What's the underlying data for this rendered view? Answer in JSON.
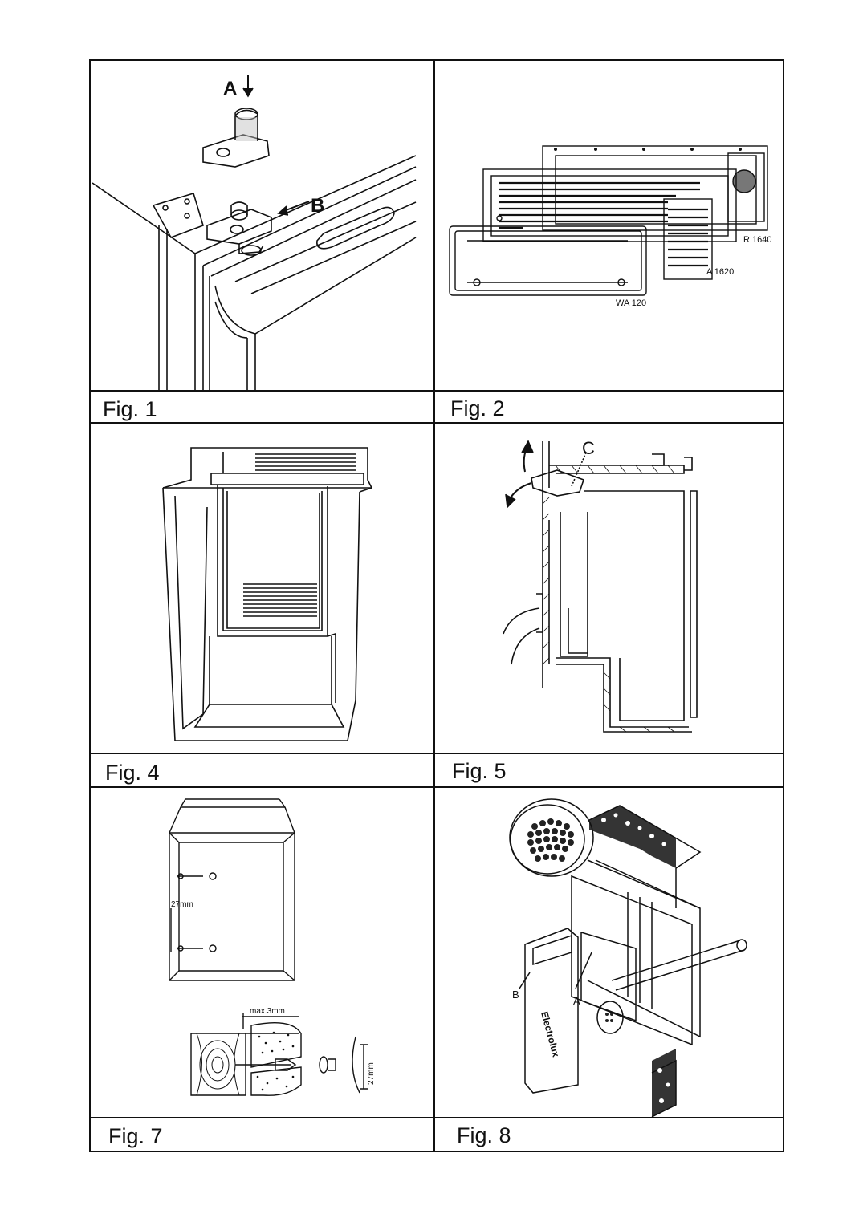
{
  "figures": [
    {
      "caption": "Fig. 1",
      "labels": {
        "a": "A",
        "b": "B"
      }
    },
    {
      "caption": "Fig. 2",
      "labels": {
        "r": "R 1640",
        "a": "A 1620",
        "wa": "WA 120"
      }
    },
    {
      "caption": "Fig. 4"
    },
    {
      "caption": "Fig. 5",
      "labels": {
        "c": "C"
      }
    },
    {
      "caption": "Fig. 7",
      "labels": {
        "dim1": "27mm",
        "dim2": "max.3mm",
        "dim3": "27mm"
      }
    },
    {
      "caption": "Fig. 8",
      "labels": {
        "a": "A",
        "b": "B",
        "brand": "Electrolux"
      }
    }
  ]
}
